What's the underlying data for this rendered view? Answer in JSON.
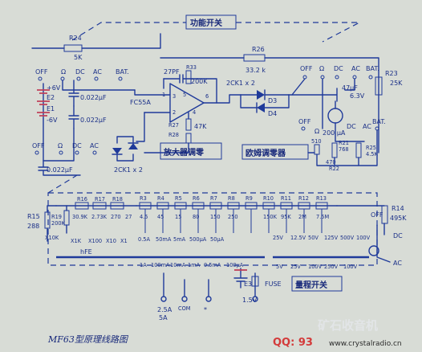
{
  "top_switch": "功能开关",
  "r24": "R24",
  "r24_val": "5K",
  "r26": "R26",
  "r26_val": "33.2 k",
  "r23": "R23",
  "r23_val": "25K",
  "r33": "R33",
  "r33_val": "200K",
  "c27pf": "27PF",
  "zener": "2CK1 x 2",
  "d3": "D3",
  "d4": "D4",
  "off_l": "OFF",
  "omega_l": "Ω",
  "dc_l": "DC",
  "ac_l": "AC",
  "bat_l": "BAT.",
  "plus6": "+6V",
  "e2": "E2",
  "e1": "E1",
  "minus6": "-6V",
  "cap1": "0.022μF",
  "cap2": "0.022μF",
  "cap3": "0.022μF",
  "ic": "FC55A",
  "pin1": "1",
  "pin3": "3",
  "pin5": "5",
  "pin2": "2",
  "pin6": "6",
  "pin4": "4",
  "r27": "R27",
  "r27_val": "47K",
  "r28": "R28",
  "ck_bot": "2CK1 x 2",
  "amp_label": "放大器调零",
  "off_r": "OFF",
  "omega_r": "Ω",
  "dc_r": "DC",
  "ac_r": "AC",
  "bat_r": "BAT.",
  "cap47": "47μF",
  "v63": "6.3V",
  "meter_val": "200 μA",
  "bat_r2": "BAT.",
  "ohm_zero_label": "欧姆调零器",
  "r510": "510",
  "r21": "R21",
  "r21_val": "768",
  "r22": "R22",
  "r22_val": "470",
  "r25": "R25",
  "r25_val": "4.5K",
  "off2": "OFF",
  "omega2": "Ω",
  "dc2": "DC",
  "ac2": "AC",
  "hfe_res": [
    {
      "name": "R16",
      "val": ""
    },
    {
      "name": "R17",
      "val": "30.9K"
    },
    {
      "name": "R18",
      "val": "2.73K"
    },
    {
      "name": "",
      "val": "270"
    },
    {
      "name": "",
      "val": "27"
    }
  ],
  "cur_res": [
    {
      "name": "R3",
      "val": "4.5"
    },
    {
      "name": "R4",
      "val": "45"
    },
    {
      "name": "R5",
      "val": "15"
    },
    {
      "name": "R6",
      "val": "80"
    },
    {
      "name": "R7",
      "val": "150"
    },
    {
      "name": "R8",
      "val": "250"
    },
    {
      "name": "R9",
      "val": ""
    },
    {
      "name": "R10",
      "val": "150K"
    },
    {
      "name": "R11",
      "val": "95K"
    },
    {
      "name": "R12",
      "val": "2M"
    },
    {
      "name": "R13",
      "val": "7.5M"
    }
  ],
  "r15": "R15",
  "r15_val": "288",
  "r19": "R19",
  "r19_val": "200K",
  "r14": "R14",
  "r14_val": "495K",
  "r_mult": [
    "X10K",
    "X1K",
    "X100",
    "X10",
    "X1"
  ],
  "hfe": "hFE",
  "i_ranges": [
    "0.5A",
    "50mA",
    "5mA",
    "500μA",
    "50μA"
  ],
  "v_ranges": [
    "25V",
    "12.5V",
    "50V",
    "125V",
    "500V",
    "100V"
  ],
  "ac_ranges": [
    "1A",
    "100mA",
    "10mA",
    "1mA",
    "0.5mA",
    "100μA"
  ],
  "ac_v_ranges": [
    "5V",
    "25V",
    "100V",
    "250V",
    "100V"
  ],
  "dc_upper": "DC",
  "ac_upper": "AC",
  "off3": "OFF",
  "e3": "E3",
  "v15": "1.5V",
  "fuse": "FUSE",
  "range_switch": "量程开关",
  "t_25a": "2.5A",
  "t_5a": "5A",
  "com": "COM",
  "title": "MF63型原理线路图",
  "wm_title": "矿石收音机",
  "wm_qq": "QQ: 93",
  "wm_site": "www.crystalradio.cn"
}
